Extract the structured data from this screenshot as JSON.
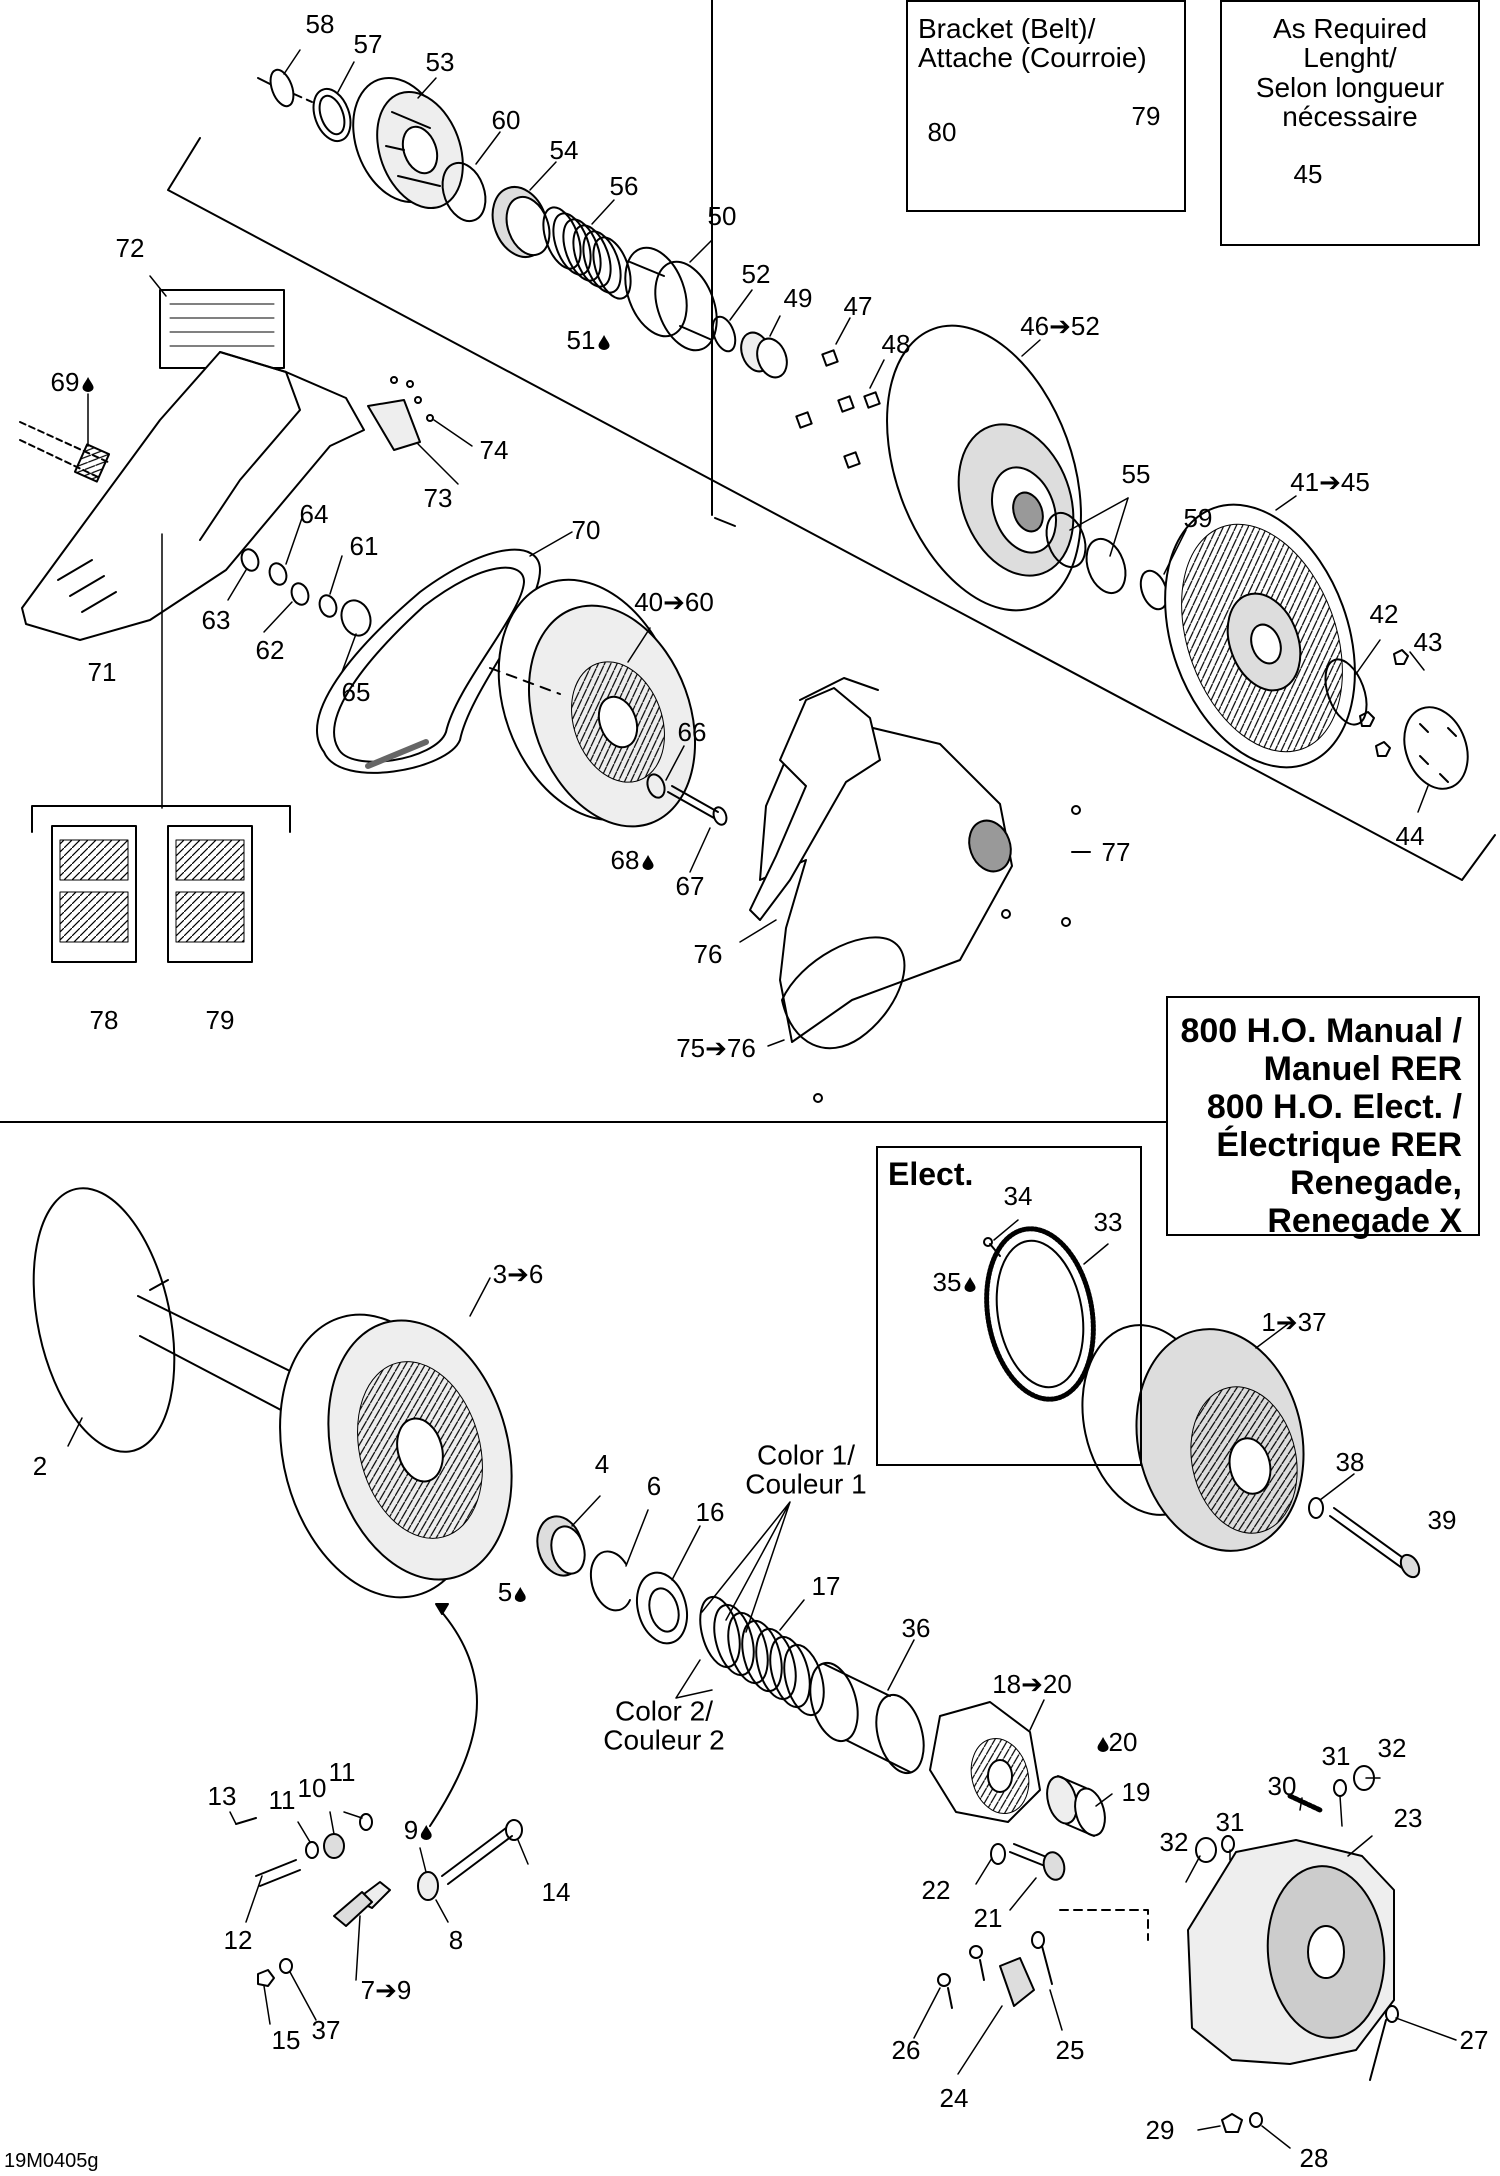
{
  "diagram": {
    "section_labels": {
      "upper_box_belt": [
        "Bracket (Belt)/",
        "Attache (Courroie)"
      ],
      "upper_box_length": [
        "As Required",
        "Lenght/",
        "Selon longueur",
        "nécessaire"
      ],
      "model_box": [
        "800 H.O. Manual /",
        "Manuel RER",
        "800 H.O. Elect. /",
        "Électrique RER",
        "Renegade,",
        "Renegade X"
      ],
      "elect_box": "Elect.",
      "color_1": [
        "Color 1/",
        "Couleur 1"
      ],
      "color_2": [
        "Color 2/",
        "Couleur 2"
      ],
      "drawing_code": "19M0405g"
    },
    "callouts": [
      {
        "id": "c58",
        "text": "58",
        "drop": false
      },
      {
        "id": "c57",
        "text": "57",
        "drop": false
      },
      {
        "id": "c53",
        "text": "53",
        "drop": false
      },
      {
        "id": "c60",
        "text": "60",
        "drop": false
      },
      {
        "id": "c54",
        "text": "54",
        "drop": false
      },
      {
        "id": "c56",
        "text": "56",
        "drop": false
      },
      {
        "id": "c50",
        "text": "50",
        "drop": false
      },
      {
        "id": "c52",
        "text": "52",
        "drop": false
      },
      {
        "id": "c49",
        "text": "49",
        "drop": false
      },
      {
        "id": "c51",
        "text": "51",
        "drop": true
      },
      {
        "id": "c47",
        "text": "47",
        "drop": false
      },
      {
        "id": "c48",
        "text": "48",
        "drop": false
      },
      {
        "id": "c46",
        "text": "46➔52",
        "drop": false
      },
      {
        "id": "c80",
        "text": "80",
        "drop": false
      },
      {
        "id": "c79a",
        "text": "79",
        "drop": false
      },
      {
        "id": "c45",
        "text": "45",
        "drop": false
      },
      {
        "id": "c72",
        "text": "72",
        "drop": false
      },
      {
        "id": "c69",
        "text": "69",
        "drop": true
      },
      {
        "id": "c74",
        "text": "74",
        "drop": false
      },
      {
        "id": "c73",
        "text": "73",
        "drop": false
      },
      {
        "id": "c64",
        "text": "64",
        "drop": false
      },
      {
        "id": "c61",
        "text": "61",
        "drop": false
      },
      {
        "id": "c63",
        "text": "63",
        "drop": false
      },
      {
        "id": "c62",
        "text": "62",
        "drop": false
      },
      {
        "id": "c65",
        "text": "65",
        "drop": false
      },
      {
        "id": "c71",
        "text": "71",
        "drop": false
      },
      {
        "id": "c70",
        "text": "70",
        "drop": false
      },
      {
        "id": "c40",
        "text": "40➔60",
        "drop": false
      },
      {
        "id": "c55",
        "text": "55",
        "drop": false
      },
      {
        "id": "c59",
        "text": "59",
        "drop": false
      },
      {
        "id": "c41",
        "text": "41➔45",
        "drop": false
      },
      {
        "id": "c42",
        "text": "42",
        "drop": false
      },
      {
        "id": "c43",
        "text": "43",
        "drop": false
      },
      {
        "id": "c44",
        "text": "44",
        "drop": false
      },
      {
        "id": "c66",
        "text": "66",
        "drop": false
      },
      {
        "id": "c68",
        "text": "68",
        "drop": true
      },
      {
        "id": "c67",
        "text": "67",
        "drop": false
      },
      {
        "id": "c77",
        "text": "77",
        "drop": false
      },
      {
        "id": "c76",
        "text": "76",
        "drop": false
      },
      {
        "id": "c75",
        "text": "75➔76",
        "drop": false
      },
      {
        "id": "c78",
        "text": "78",
        "drop": false
      },
      {
        "id": "c79b",
        "text": "79",
        "drop": false
      },
      {
        "id": "c2",
        "text": "2",
        "drop": false
      },
      {
        "id": "c3",
        "text": "3➔6",
        "drop": false
      },
      {
        "id": "c34",
        "text": "34",
        "drop": false
      },
      {
        "id": "c33",
        "text": "33",
        "drop": false
      },
      {
        "id": "c35",
        "text": "35",
        "drop": true
      },
      {
        "id": "c1",
        "text": "1➔37",
        "drop": false
      },
      {
        "id": "c4",
        "text": "4",
        "drop": false
      },
      {
        "id": "c6",
        "text": "6",
        "drop": false
      },
      {
        "id": "c16",
        "text": "16",
        "drop": false
      },
      {
        "id": "c5",
        "text": "5",
        "drop": true
      },
      {
        "id": "c17",
        "text": "17",
        "drop": false
      },
      {
        "id": "c38",
        "text": "38",
        "drop": false
      },
      {
        "id": "c39",
        "text": "39",
        "drop": false
      },
      {
        "id": "c36",
        "text": "36",
        "drop": false
      },
      {
        "id": "c18",
        "text": "18➔20",
        "drop": false
      },
      {
        "id": "c20",
        "text": "20",
        "drop": true,
        "drop_first": true
      },
      {
        "id": "c19",
        "text": "19",
        "drop": false
      },
      {
        "id": "c13",
        "text": "13",
        "drop": false
      },
      {
        "id": "c11a",
        "text": "11",
        "drop": false
      },
      {
        "id": "c10",
        "text": "10",
        "drop": false
      },
      {
        "id": "c11b",
        "text": "11",
        "drop": false
      },
      {
        "id": "c9",
        "text": "9",
        "drop": true
      },
      {
        "id": "c14",
        "text": "14",
        "drop": false
      },
      {
        "id": "c12",
        "text": "12",
        "drop": false
      },
      {
        "id": "c8",
        "text": "8",
        "drop": false
      },
      {
        "id": "c7",
        "text": "7➔9",
        "drop": false
      },
      {
        "id": "c15",
        "text": "15",
        "drop": false
      },
      {
        "id": "c37",
        "text": "37",
        "drop": false
      },
      {
        "id": "c22",
        "text": "22",
        "drop": false
      },
      {
        "id": "c21",
        "text": "21",
        "drop": false
      },
      {
        "id": "c31a",
        "text": "31",
        "drop": false
      },
      {
        "id": "c32a",
        "text": "32",
        "drop": false
      },
      {
        "id": "c30",
        "text": "30",
        "drop": false
      },
      {
        "id": "c23",
        "text": "23",
        "drop": false
      },
      {
        "id": "c31b",
        "text": "31",
        "drop": false
      },
      {
        "id": "c32b",
        "text": "32",
        "drop": false
      },
      {
        "id": "c26",
        "text": "26",
        "drop": false
      },
      {
        "id": "c25",
        "text": "25",
        "drop": false
      },
      {
        "id": "c24",
        "text": "24",
        "drop": false
      },
      {
        "id": "c27",
        "text": "27",
        "drop": false
      },
      {
        "id": "c29",
        "text": "29",
        "drop": false
      },
      {
        "id": "c28",
        "text": "28",
        "drop": false
      }
    ]
  }
}
